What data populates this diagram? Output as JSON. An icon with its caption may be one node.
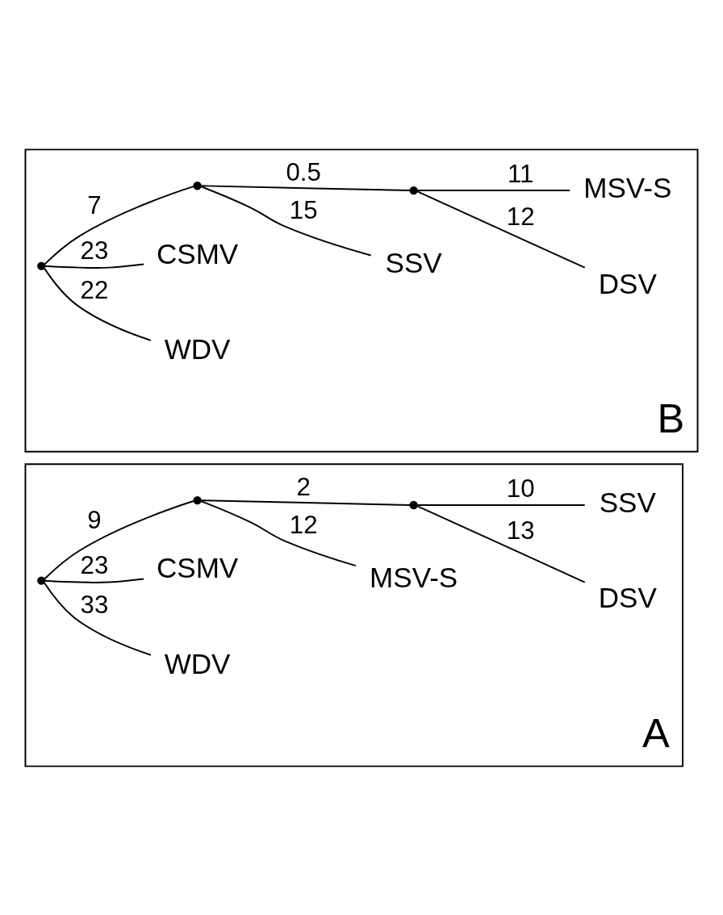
{
  "diagram": {
    "nodes": [
      {
        "text": [
          "A"
        ]
      },
      {
        "text": [],
        "shape": "point",
        "in": 0
      },
      {
        "text": [
          "WDV"
        ],
        "in": 0
      },
      {
        "text": [
          "CSMV"
        ],
        "in": 0
      },
      {
        "text": [],
        "shape": "point",
        "in": 0
      },
      {
        "text": [
          "MSV-S"
        ],
        "in": 0
      },
      {
        "text": [],
        "shape": "point",
        "in": 0
      },
      {
        "text": [
          "DSV"
        ],
        "in": 0
      },
      {
        "text": [
          "SSV"
        ],
        "in": 0
      },
      {
        "text": [
          "B"
        ]
      },
      {
        "text": [],
        "shape": "point",
        "in": 9
      },
      {
        "text": [
          "WDV"
        ],
        "in": 9
      },
      {
        "text": [
          "CSMV"
        ],
        "in": 9
      },
      {
        "text": [],
        "shape": "point",
        "in": 9
      },
      {
        "text": [
          "SSV"
        ],
        "in": 9
      },
      {
        "text": [],
        "shape": "point",
        "in": 9
      },
      {
        "text": [
          "DSV"
        ],
        "in": 9
      },
      {
        "text": [
          "MSV-S"
        ],
        "in": 9
      }
    ],
    "edges": [
      {
        "from": 1,
        "to": 2,
        "arrow": "none",
        "label": "33"
      },
      {
        "from": 1,
        "to": 3,
        "arrow": "none",
        "label": "23"
      },
      {
        "from": 1,
        "to": 4,
        "arrow": "none",
        "label": "9"
      },
      {
        "from": 4,
        "to": 5,
        "arrow": "none",
        "label": "12"
      },
      {
        "from": 4,
        "to": 6,
        "arrow": "none",
        "label": "2"
      },
      {
        "from": 6,
        "to": 7,
        "arrow": "none",
        "label": "13"
      },
      {
        "from": 6,
        "to": 8,
        "arrow": "none",
        "label": "10"
      },
      {
        "from": 10,
        "to": 11,
        "arrow": "none",
        "label": "22"
      },
      {
        "from": 10,
        "to": 12,
        "arrow": "none",
        "label": "23"
      },
      {
        "from": 10,
        "to": 13,
        "arrow": "none",
        "label": "7"
      },
      {
        "from": 13,
        "to": 14,
        "arrow": "none",
        "label": "15"
      },
      {
        "from": 13,
        "to": 15,
        "arrow": "none",
        "label": "0.5"
      },
      {
        "from": 15,
        "to": 16,
        "arrow": "none",
        "label": "12"
      },
      {
        "from": 15,
        "to": 17,
        "arrow": "none",
        "label": "11"
      }
    ]
  }
}
